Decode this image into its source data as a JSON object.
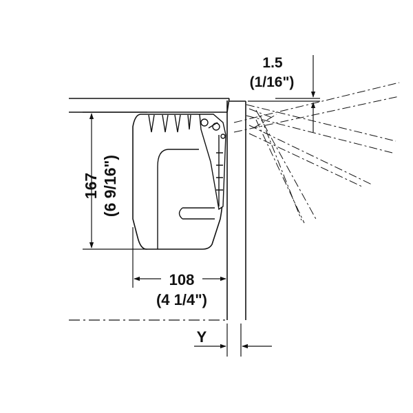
{
  "dimensions": {
    "gap_top": {
      "metric": "1.5",
      "imperial": "(1/16\")"
    },
    "height": {
      "metric": "167",
      "imperial": "(6 9/16\")"
    },
    "depth": {
      "metric": "108",
      "imperial": "(4 1/4\")"
    },
    "offset": {
      "label": "Y"
    }
  },
  "colors": {
    "line": "#111111",
    "mechanism_fill": "#ffffff"
  }
}
